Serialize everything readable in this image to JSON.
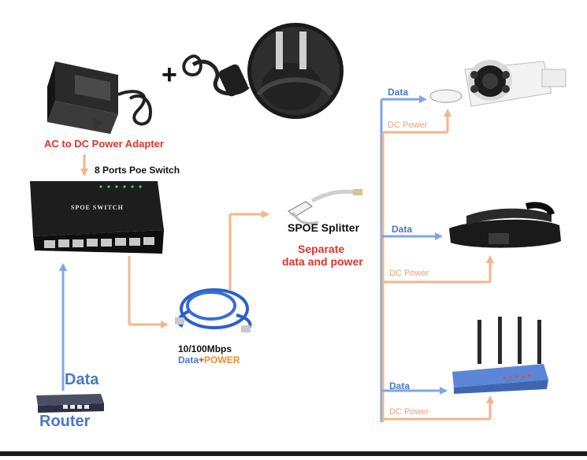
{
  "labels": {
    "adapter": "AC to DC Power Adapter",
    "plus": "+",
    "switch_title": "8 Ports Poe Switch",
    "switch_face": "SPOE SWITCH",
    "splitter_title": "SPOE Splitter",
    "separate_line1": "Separate",
    "separate_line2": "data and power",
    "speed": "10/100Mbps",
    "cable_data": "Data",
    "cable_plus": "+",
    "cable_power": "POWER",
    "router_data": "Data",
    "router": "Router",
    "camera_data": "Data",
    "camera_power": "DC Power",
    "phone_data": "Data",
    "phone_power": "DC Power",
    "ap_data": "Data",
    "ap_power": "DC Power"
  },
  "colors": {
    "data_arrow": "#7ea6e6",
    "power_arrow": "#f4b48c",
    "title_red": "#e0322c",
    "label_blue": "#4a78c8"
  },
  "icons": [
    "power-adapter",
    "plug-with-cable",
    "eu-plug-closeup",
    "poe-switch",
    "router",
    "ethernet-cable",
    "poe-splitter",
    "ip-camera",
    "ip-phone",
    "wireless-access-point"
  ]
}
